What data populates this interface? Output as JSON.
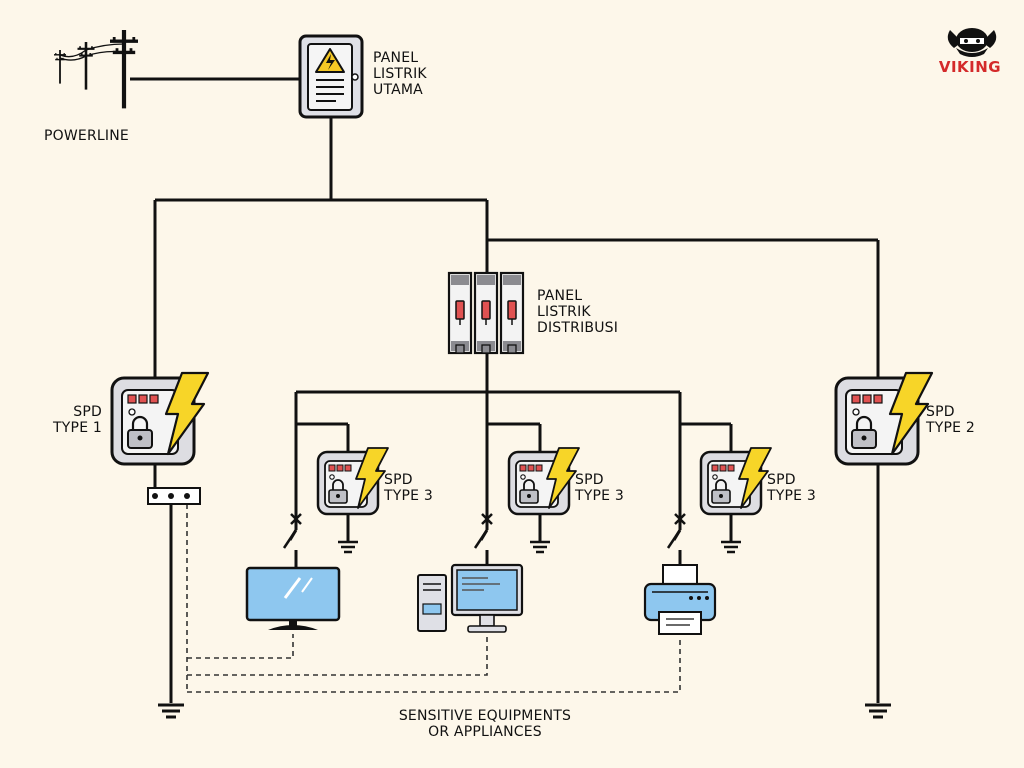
{
  "logo": {
    "text": "VIKING",
    "color": "#d42a2a"
  },
  "labels": {
    "powerline": "POWERLINE",
    "main_panel": [
      "PANEL",
      "LISTRIK",
      "UTAMA"
    ],
    "distribution_panel": [
      "PANEL",
      "LISTRIK",
      "DISTRIBUSI"
    ],
    "spd_type1": [
      "SPD",
      "TYPE 1"
    ],
    "spd_type2": [
      "SPD",
      "TYPE 2"
    ],
    "spd_type3": [
      "SPD",
      "TYPE 3"
    ],
    "sensitive": [
      "SENSITIVE EQUIPMENTS",
      "OR APPLIANCES"
    ]
  },
  "icons": {
    "power_pole": "utility-pole-icon",
    "main_panel": "electrical-panel-icon",
    "distribution_panel": "circuit-breaker-icon",
    "spd": "surge-protection-device-icon",
    "ground": "ground-symbol-icon",
    "switch": "disconnect-switch-icon",
    "monitor": "monitor-icon",
    "computer": "desktop-computer-icon",
    "printer": "printer-icon"
  },
  "colors": {
    "background": "#fdf7ea",
    "line": "#111111",
    "spd_body": "#dddde2",
    "bolt": "#f7d528",
    "breaker_red": "#e05252",
    "screen_blue": "#8ec7ef",
    "warning_yellow": "#f5c825"
  }
}
